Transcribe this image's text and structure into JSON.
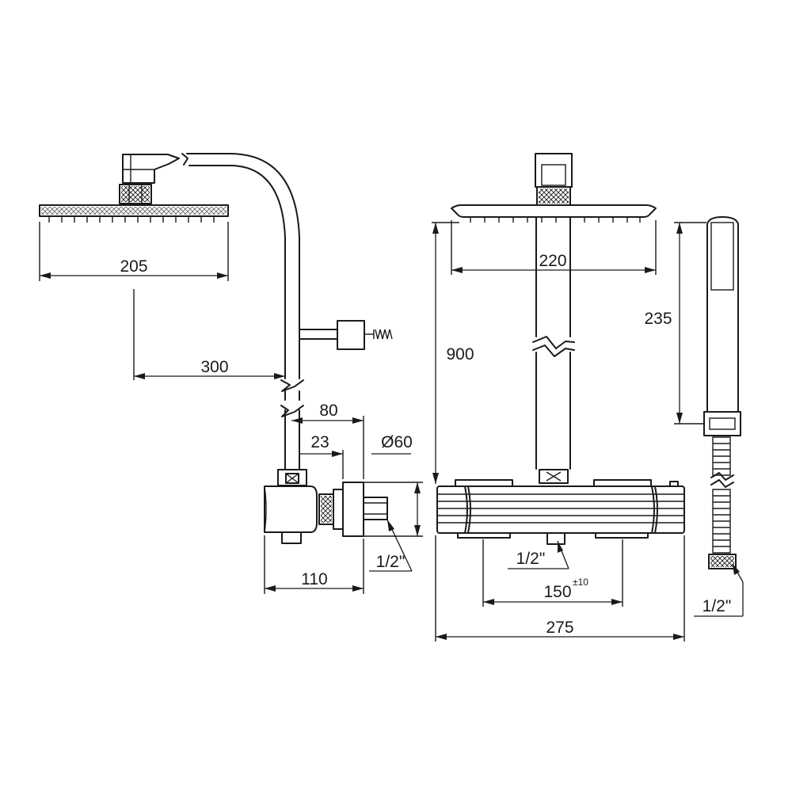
{
  "dimensions": {
    "head_width_side": "205",
    "arm_reach": "300",
    "outlet_offset": "80",
    "connector_offset": "23",
    "escutcheon_diameter": "Ø60",
    "thread_side": "1/2\"",
    "side_depth": "110",
    "head_width_front": "220",
    "total_height": "900",
    "hand_shower_length": "235",
    "thread_front": "1/2\"",
    "wall_centres": "150",
    "wall_centres_tolerance": "±10",
    "total_width": "275",
    "thread_hose": "1/2\""
  }
}
